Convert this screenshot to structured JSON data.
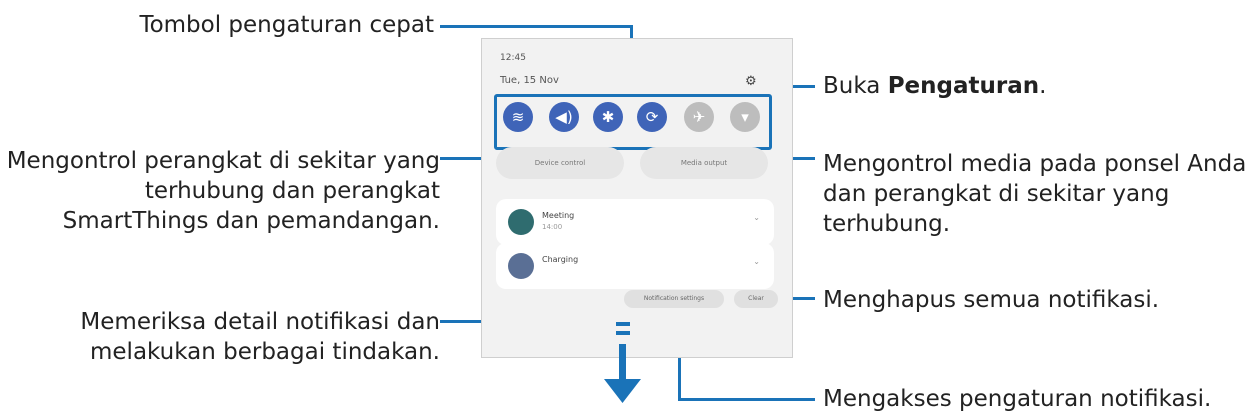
{
  "annotations": {
    "quick_settings": "Tombol pengaturan cepat",
    "open_settings_prefix": "Buka ",
    "open_settings_bold": "Pengaturan",
    "open_settings_suffix": ".",
    "device_control": [
      "Mengontrol perangkat di sekitar yang",
      "terhubung dan perangkat",
      "SmartThings dan pemandangan."
    ],
    "media_output": [
      "Mengontrol media pada ponsel Anda",
      "dan perangkat di sekitar yang",
      "terhubung."
    ],
    "notif_detail": [
      "Memeriksa detail notifikasi dan",
      "melakukan berbagai tindakan."
    ],
    "clear_all": "Menghapus semua notifikasi.",
    "notif_settings": "Mengakses pengaturan notifikasi."
  },
  "phone": {
    "time": "12:45",
    "date": "Tue, 15 Nov",
    "quick_toggles": [
      {
        "icon": "wifi-icon",
        "glyph": "≋",
        "active": true
      },
      {
        "icon": "sound-icon",
        "glyph": "🔊",
        "active": true
      },
      {
        "icon": "bluetooth-icon",
        "glyph": "✱",
        "active": true
      },
      {
        "icon": "auto-rotate-icon",
        "glyph": "⟳",
        "active": true
      },
      {
        "icon": "airplane-icon",
        "glyph": "✈",
        "active": false
      },
      {
        "icon": "flashlight-icon",
        "glyph": "▾",
        "active": false
      }
    ],
    "device_control_label": "Device control",
    "media_output_label": "Media output",
    "notifications": [
      {
        "title": "Meeting",
        "sub": "14:00",
        "icon": "calendar-icon"
      },
      {
        "title": "Charging",
        "sub": "",
        "icon": "charging-icon"
      }
    ],
    "notification_settings_label": "Notification settings",
    "clear_label": "Clear"
  },
  "colors": {
    "accent": "#1a73b8",
    "toggle_on": "#3f64b8",
    "toggle_off": "#bdbdbd"
  }
}
